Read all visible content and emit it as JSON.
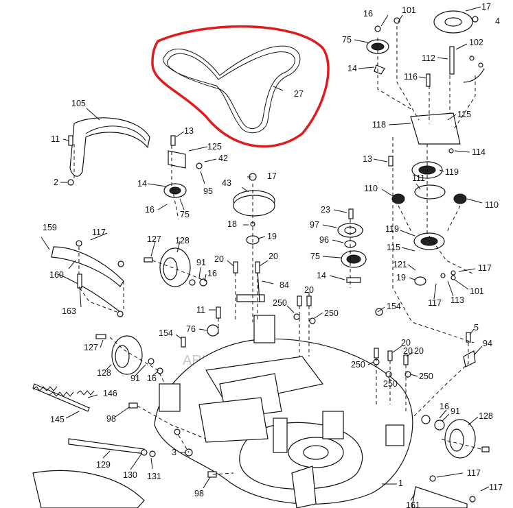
{
  "watermark": "ARI PartStream",
  "highlight_color": "#e01b1b",
  "callouts": [
    "16",
    "101",
    "17",
    "4",
    "75",
    "102",
    "112",
    "14",
    "116",
    "27",
    "105",
    "115",
    "118",
    "11",
    "13",
    "125",
    "42",
    "114",
    "13",
    "119",
    "14",
    "2",
    "95",
    "17",
    "43",
    "111",
    "110",
    "110",
    "16",
    "75",
    "23",
    "159",
    "117",
    "18",
    "97",
    "19",
    "96",
    "127",
    "128",
    "119",
    "115",
    "75",
    "20",
    "20",
    "91",
    "16",
    "121",
    "117",
    "101",
    "160",
    "84",
    "117",
    "113",
    "14",
    "19",
    "11",
    "163",
    "20",
    "250",
    "154",
    "250",
    "76",
    "5",
    "154",
    "127",
    "94",
    "20",
    "250",
    "20",
    "128",
    "91",
    "16",
    "20",
    "250",
    "250",
    "146",
    "98",
    "145",
    "16",
    "91",
    "128",
    "3",
    "129",
    "130",
    "131",
    "98",
    "1",
    "117",
    "161",
    "117"
  ]
}
